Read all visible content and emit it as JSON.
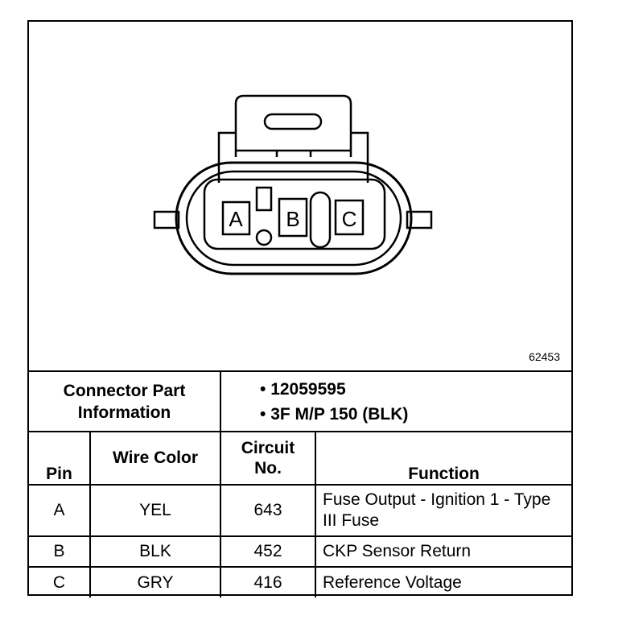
{
  "diagram": {
    "figure_number": "62453",
    "pin_labels": [
      "A",
      "B",
      "C"
    ]
  },
  "part_info": {
    "label": "Connector Part Information",
    "items": [
      "12059595",
      "3F M/P 150 (BLK)"
    ]
  },
  "table": {
    "headers": {
      "pin": "Pin",
      "wire_color": "Wire Color",
      "circuit_no": "Circuit No.",
      "function": "Function"
    },
    "rows": [
      {
        "pin": "A",
        "wire_color": "YEL",
        "circuit": "643",
        "function": "Fuse Output - Ignition 1 - Type III Fuse"
      },
      {
        "pin": "B",
        "wire_color": "BLK",
        "circuit": "452",
        "function": "CKP Sensor Return"
      },
      {
        "pin": "C",
        "wire_color": "GRY",
        "circuit": "416",
        "function": "Reference Voltage"
      }
    ]
  }
}
